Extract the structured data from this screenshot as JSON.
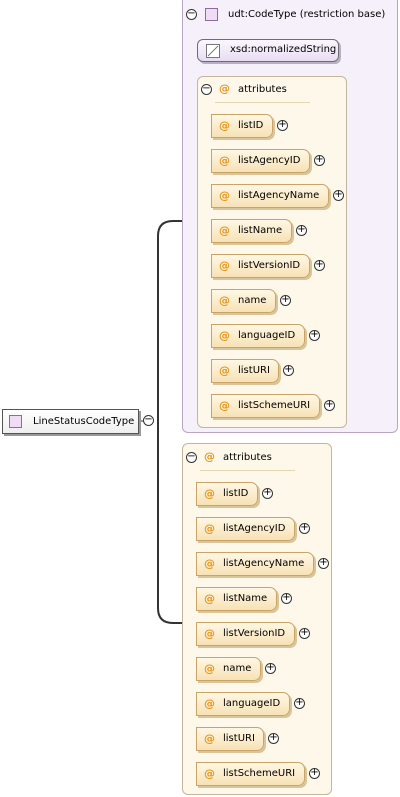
{
  "root": {
    "label": "LineStatusCodeType"
  },
  "restriction": {
    "label": "udt:CodeType (restriction base)",
    "base_label": "xsd:normalizedString",
    "attributes_label": "attributes",
    "items": [
      "listID",
      "listAgencyID",
      "listAgencyName",
      "listName",
      "listVersionID",
      "name",
      "languageID",
      "listURI",
      "listSchemeURI"
    ]
  },
  "own_attributes": {
    "label": "attributes",
    "items": [
      "listID",
      "listAgencyID",
      "listAgencyName",
      "listName",
      "listVersionID",
      "name",
      "languageID",
      "listURI",
      "listSchemeURI"
    ]
  },
  "colors": {
    "restriction_bg": "#f6f0fa",
    "attributes_bg": "#fdf8ea",
    "attr_fill": "#fbeccb",
    "at_symbol": "#e8951b"
  }
}
